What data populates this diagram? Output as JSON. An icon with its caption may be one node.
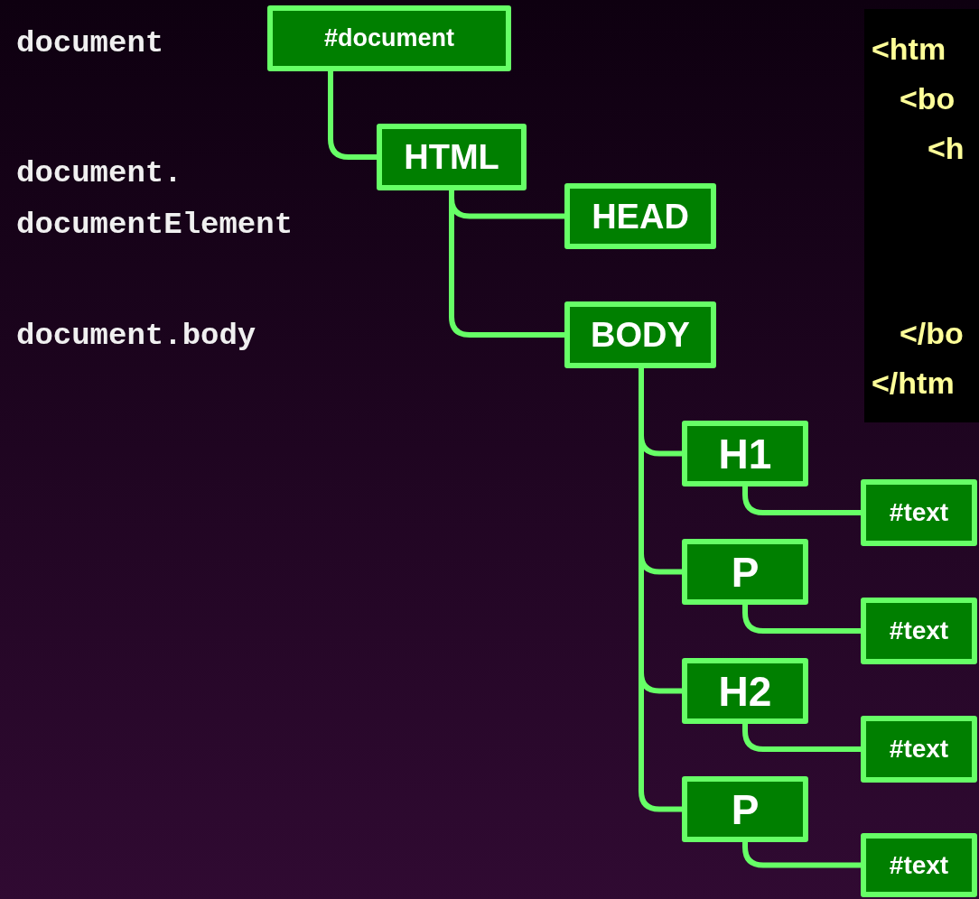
{
  "diagram": {
    "nodes": [
      {
        "text": [
          "#document"
        ]
      },
      {
        "text": [
          "HTML"
        ]
      },
      {
        "text": [
          "HEAD"
        ]
      },
      {
        "text": [
          "BODY"
        ]
      },
      {
        "text": [
          "H1"
        ]
      },
      {
        "text": [
          "#text"
        ]
      },
      {
        "text": [
          "P"
        ]
      },
      {
        "text": [
          "#text"
        ]
      },
      {
        "text": [
          "H2"
        ]
      },
      {
        "text": [
          "#text"
        ]
      },
      {
        "text": [
          "P"
        ]
      },
      {
        "text": [
          "#text"
        ]
      }
    ],
    "edges": [
      {
        "from": 0,
        "to": 1,
        "arrow": "none"
      },
      {
        "from": 1,
        "to": 2,
        "arrow": "none"
      },
      {
        "from": 1,
        "to": 3,
        "arrow": "none"
      },
      {
        "from": 3,
        "to": 4,
        "arrow": "none"
      },
      {
        "from": 4,
        "to": 5,
        "arrow": "none"
      },
      {
        "from": 3,
        "to": 6,
        "arrow": "none"
      },
      {
        "from": 6,
        "to": 7,
        "arrow": "none"
      },
      {
        "from": 3,
        "to": 8,
        "arrow": "none"
      },
      {
        "from": 8,
        "to": 9,
        "arrow": "none"
      },
      {
        "from": 3,
        "to": 10,
        "arrow": "none"
      },
      {
        "from": 10,
        "to": 11,
        "arrow": "none"
      }
    ],
    "labels": [
      "document",
      "document. documentElement",
      "document.body",
      "<htm",
      "<bo",
      "<h",
      "</bo",
      "</htm"
    ]
  }
}
